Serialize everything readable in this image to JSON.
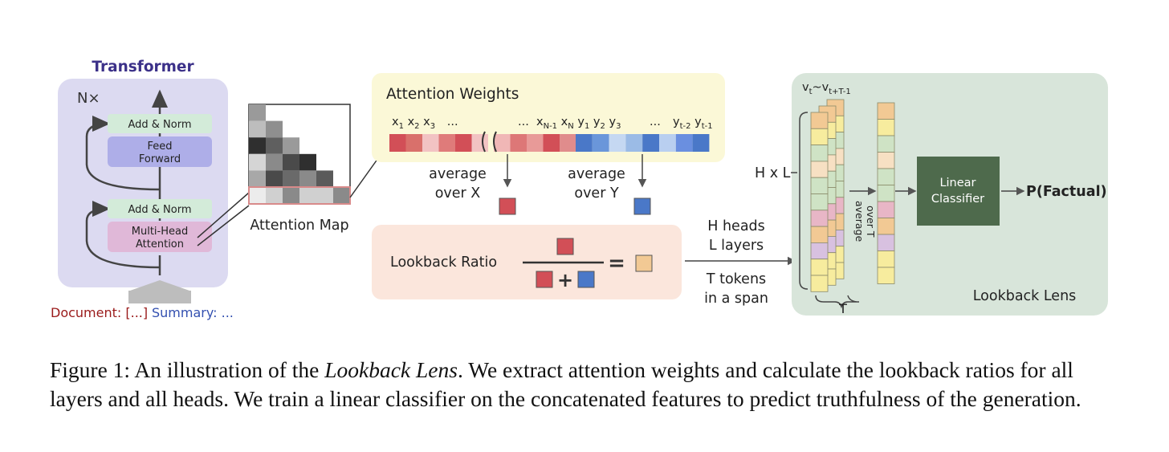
{
  "transformer": {
    "title": "Transformer",
    "repeat": "N×",
    "add_norm_top": "Add & Norm",
    "feed_forward": [
      "Feed",
      "Forward"
    ],
    "add_norm_bottom": "Add & Norm",
    "mha": [
      "Multi-Head",
      "Attention"
    ],
    "input_doc": "Document: [...]",
    "input_summary": "Summary: ..."
  },
  "attention_map": {
    "label": "Attention Map"
  },
  "attention_weights": {
    "title": "Attention Weights",
    "x_tokens": [
      "x",
      "1",
      "x",
      "2",
      "x",
      "3",
      "..."
    ],
    "mid_dots": "...",
    "tail_tokens": [
      "x",
      "N-1",
      "x",
      "N",
      "y",
      "1",
      "y",
      "2",
      "y",
      "3"
    ],
    "y_dots": "...",
    "y_end_tokens": [
      "y",
      "t-2",
      "y",
      "t-1"
    ],
    "avg_x": [
      "average",
      "over X"
    ],
    "avg_y": [
      "average",
      "over Y"
    ],
    "colors": {
      "red_cells": [
        "#d24f57",
        "#d9706b",
        "#f2c3c3",
        "#df7b7a",
        "#d24f57",
        "#f2c3c3"
      ],
      "red2_cells": [
        "#f0b7b6",
        "#dd7777",
        "#e89a98",
        "#d24f57",
        "#e08c8c"
      ],
      "blue_cells": [
        "#4a78c8",
        "#6a96da",
        "#c5d8f2",
        "#9bbbe6",
        "#4a78c8",
        "#b9cff0",
        "#6a8fe0",
        "#4a78c8"
      ]
    }
  },
  "lookback_ratio": {
    "label": "Lookback Ratio",
    "equals": "=",
    "plus": "+"
  },
  "middle": {
    "heads": "H heads",
    "layers": "L layers",
    "tokens": "T tokens",
    "span": "in a span"
  },
  "lens": {
    "v_label": "v",
    "v_sub1": "t",
    "v_tilde": "~v",
    "v_sub2": "t+T-1",
    "hxl": "H x L",
    "avg_over_t": [
      "average",
      "over T"
    ],
    "t_label": "T",
    "classifier": [
      "Linear",
      "Classifier"
    ],
    "output": "P(Factual)",
    "name": "Lookback Lens"
  },
  "caption": {
    "prefix": "Figure 1: An illustration of the ",
    "italic": "Lookback Lens",
    "line1_rest": ". We extract attention weights and calculate the lookback ratios for all",
    "line2": "layers and all heads. We train a linear classifier on the concatenated features to predict truthfulness of the generation."
  }
}
